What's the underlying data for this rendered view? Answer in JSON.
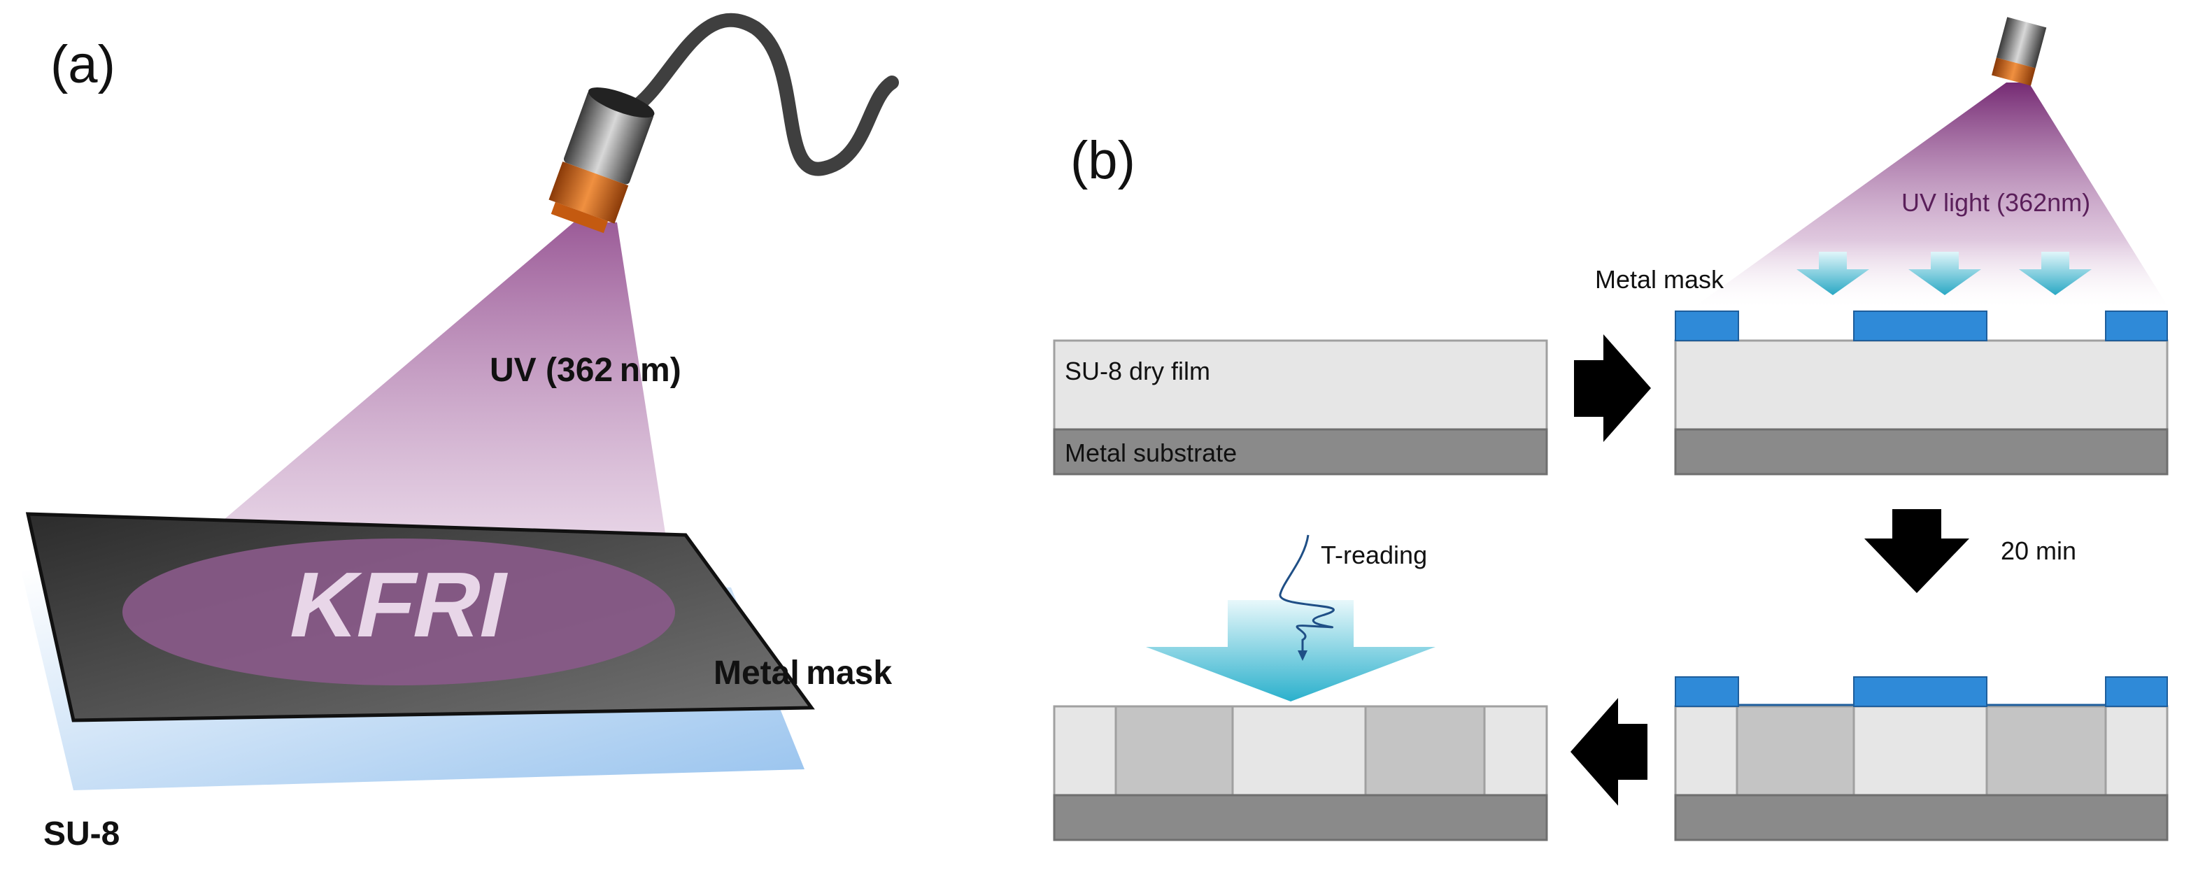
{
  "panel_a": {
    "label": "(a)",
    "uv_label": "UV (362 nm)",
    "mask_text": "KFRI",
    "metal_mask_label": "Metal mask",
    "su8_label": "SU-8"
  },
  "panel_b": {
    "label": "(b)",
    "uv_light_label": "UV light (362nm)",
    "metal_mask_label": "Metal mask",
    "su8_dry_film_label": "SU-8 dry film",
    "metal_substrate_label": "Metal substrate",
    "time_label": "20 min",
    "t_reading_label": "T-reading"
  },
  "colors": {
    "uv_purple": "#8a3f86",
    "mask_dark": "#4f4f4f",
    "film_grey": "#e6e6e6",
    "substrate_grey": "#8a8a8a",
    "exposed_grey": "#c4c4c4",
    "mask_blue": "#2f8ad8",
    "arrow_cyan": "#3cb8cc",
    "su8_blue": "#9cc6ee",
    "lamp_orange": "#e0701c"
  },
  "icons": {
    "lamp": "uv-lamp-icon",
    "process_arrow": "process-arrow-icon",
    "light_arrow": "light-down-arrow-icon",
    "signal": "signal-wave-icon"
  }
}
